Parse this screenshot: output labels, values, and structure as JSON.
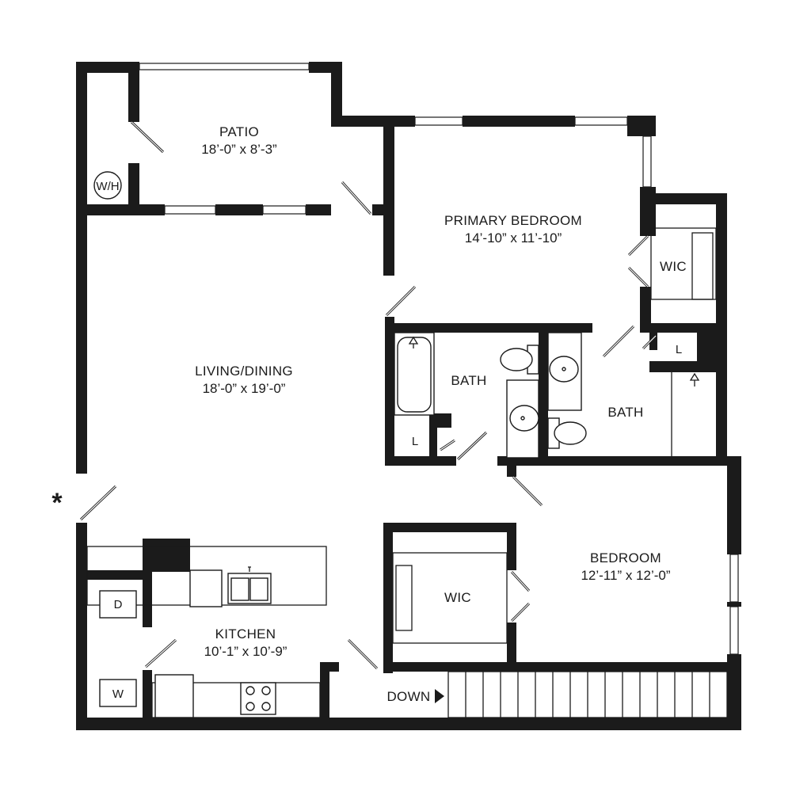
{
  "rooms": {
    "patio": {
      "name": "PATIO",
      "size": "18’-0” x 8’-3”"
    },
    "primary_bedroom": {
      "name": "PRIMARY BEDROOM",
      "size": "14’-10” x 11’-10”"
    },
    "living_dining": {
      "name": "LIVING/DINING",
      "size": "18’-0” x 19’-0”"
    },
    "bath_1": {
      "name": "BATH"
    },
    "bath_2": {
      "name": "BATH"
    },
    "wic_primary": {
      "name": "WIC"
    },
    "wic_bedroom": {
      "name": "WIC"
    },
    "bedroom": {
      "name": "BEDROOM",
      "size": "12’-11” x 12’-0”"
    },
    "kitchen": {
      "name": "KITCHEN",
      "size": "10’-1” x 10’-9”"
    }
  },
  "labels": {
    "water_heater": "W/H",
    "linen_1": "L",
    "linen_2": "L",
    "dryer": "D",
    "washer": "W",
    "stairs_down": "DOWN",
    "entry_marker": "*"
  },
  "icons": {
    "stairs_arrow": "triangle-right-icon",
    "sink": "sink-icon",
    "toilet": "toilet-icon",
    "tub": "bathtub-icon",
    "range": "cooktop-icon",
    "shower_head": "shower-head-icon"
  },
  "colors": {
    "wall": "#1b1b1b",
    "background": "#ffffff"
  }
}
